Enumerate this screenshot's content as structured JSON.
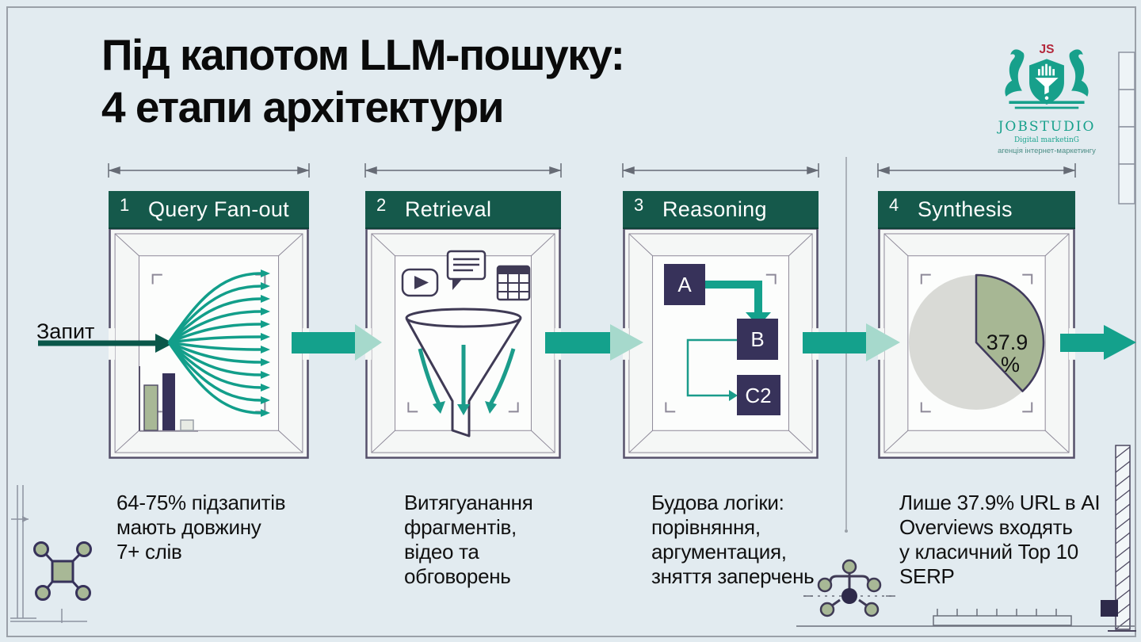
{
  "slide": {
    "title": "Під капотом LLM-пошуку:\n4 етапи архітектури"
  },
  "logo": {
    "monogram": "JS",
    "name": "JOBSTUDIO",
    "tagline1": "Digital marketinG",
    "tagline2": "агенція інтернет-маркетингу"
  },
  "input_label": "Запит",
  "stages": [
    {
      "number": "1",
      "title": "Query Fan-out",
      "description": "64-75% підзапитів\nмають довжину\n7+ слів"
    },
    {
      "number": "2",
      "title": "Retrieval",
      "description": "Витягуанання\nфрагментів,\nвідео та\nобговорень"
    },
    {
      "number": "3",
      "title": "Reasoning",
      "description": "Будова логіки:\nпорівняння,\nаргументация,\nзняття заперчень",
      "nodes": [
        "A",
        "B",
        "C2"
      ]
    },
    {
      "number": "4",
      "title": "Synthesis",
      "description": "Лише 37.9% URL в AI\nOverviews входять\nу класичний Top 10\nSERP",
      "pie_value": "37.9",
      "pie_unit": "%"
    }
  ],
  "chart_data": [
    {
      "type": "pie",
      "values": [
        37.9,
        62.1
      ],
      "labels": [
        "37.9 %",
        ""
      ],
      "colors": [
        "#a7b794",
        "#d9dad6"
      ],
      "annotation": "37.9 %"
    },
    {
      "type": "bar",
      "categories": [
        "",
        "",
        ""
      ],
      "values_relative": [
        0.79,
        1.0,
        0.18
      ],
      "colors": [
        "#a8b896",
        "#37325a",
        "#e8ebe4"
      ]
    }
  ],
  "colors": {
    "background": "#e2ebf0",
    "header_green": "#15594b",
    "accent_teal": "#14a18c",
    "light_teal": "#a6d9cc",
    "dark_teal_arrow": "#0a574a",
    "navy": "#37325a",
    "sage": "#a8b896",
    "logo_teal": "#17a08b",
    "logo_red": "#b3273b"
  }
}
